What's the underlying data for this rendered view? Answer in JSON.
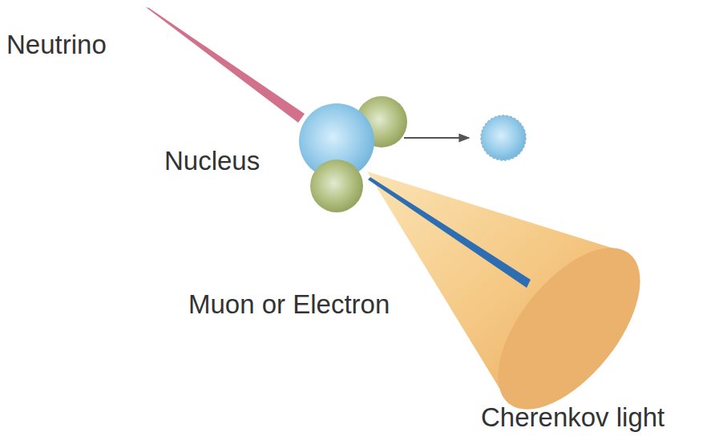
{
  "diagram": {
    "labels": [
      "Neutrino",
      "Nucleus",
      "Muon or Electron",
      "Cherenkov light"
    ]
  }
}
